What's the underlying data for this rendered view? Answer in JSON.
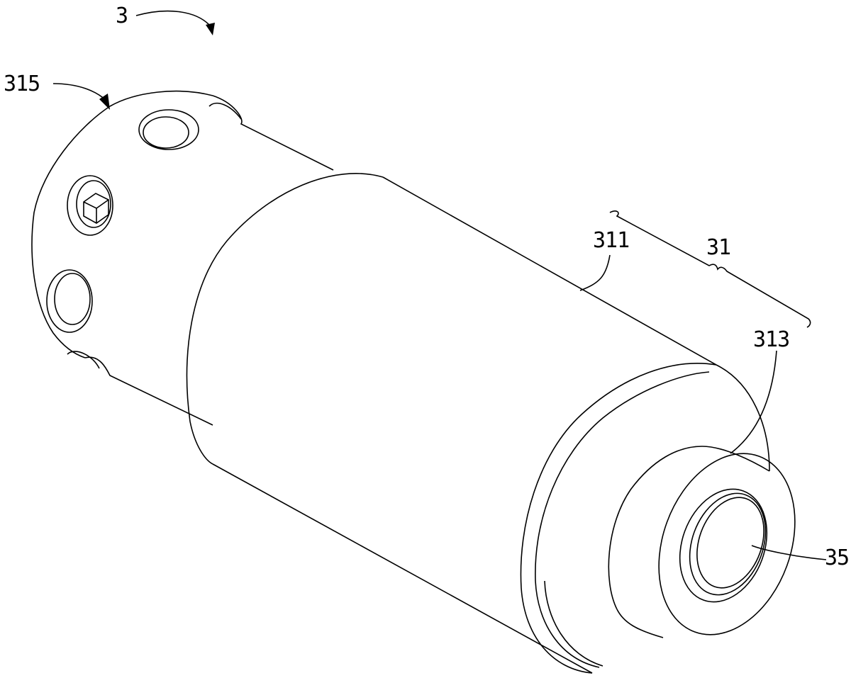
{
  "figure": {
    "labels": {
      "assembly": "3",
      "end_cap": "315",
      "body": "311",
      "housing": "31",
      "flange": "313",
      "nozzle": "35"
    },
    "colors": {
      "line": "#000000",
      "background": "#ffffff"
    }
  }
}
